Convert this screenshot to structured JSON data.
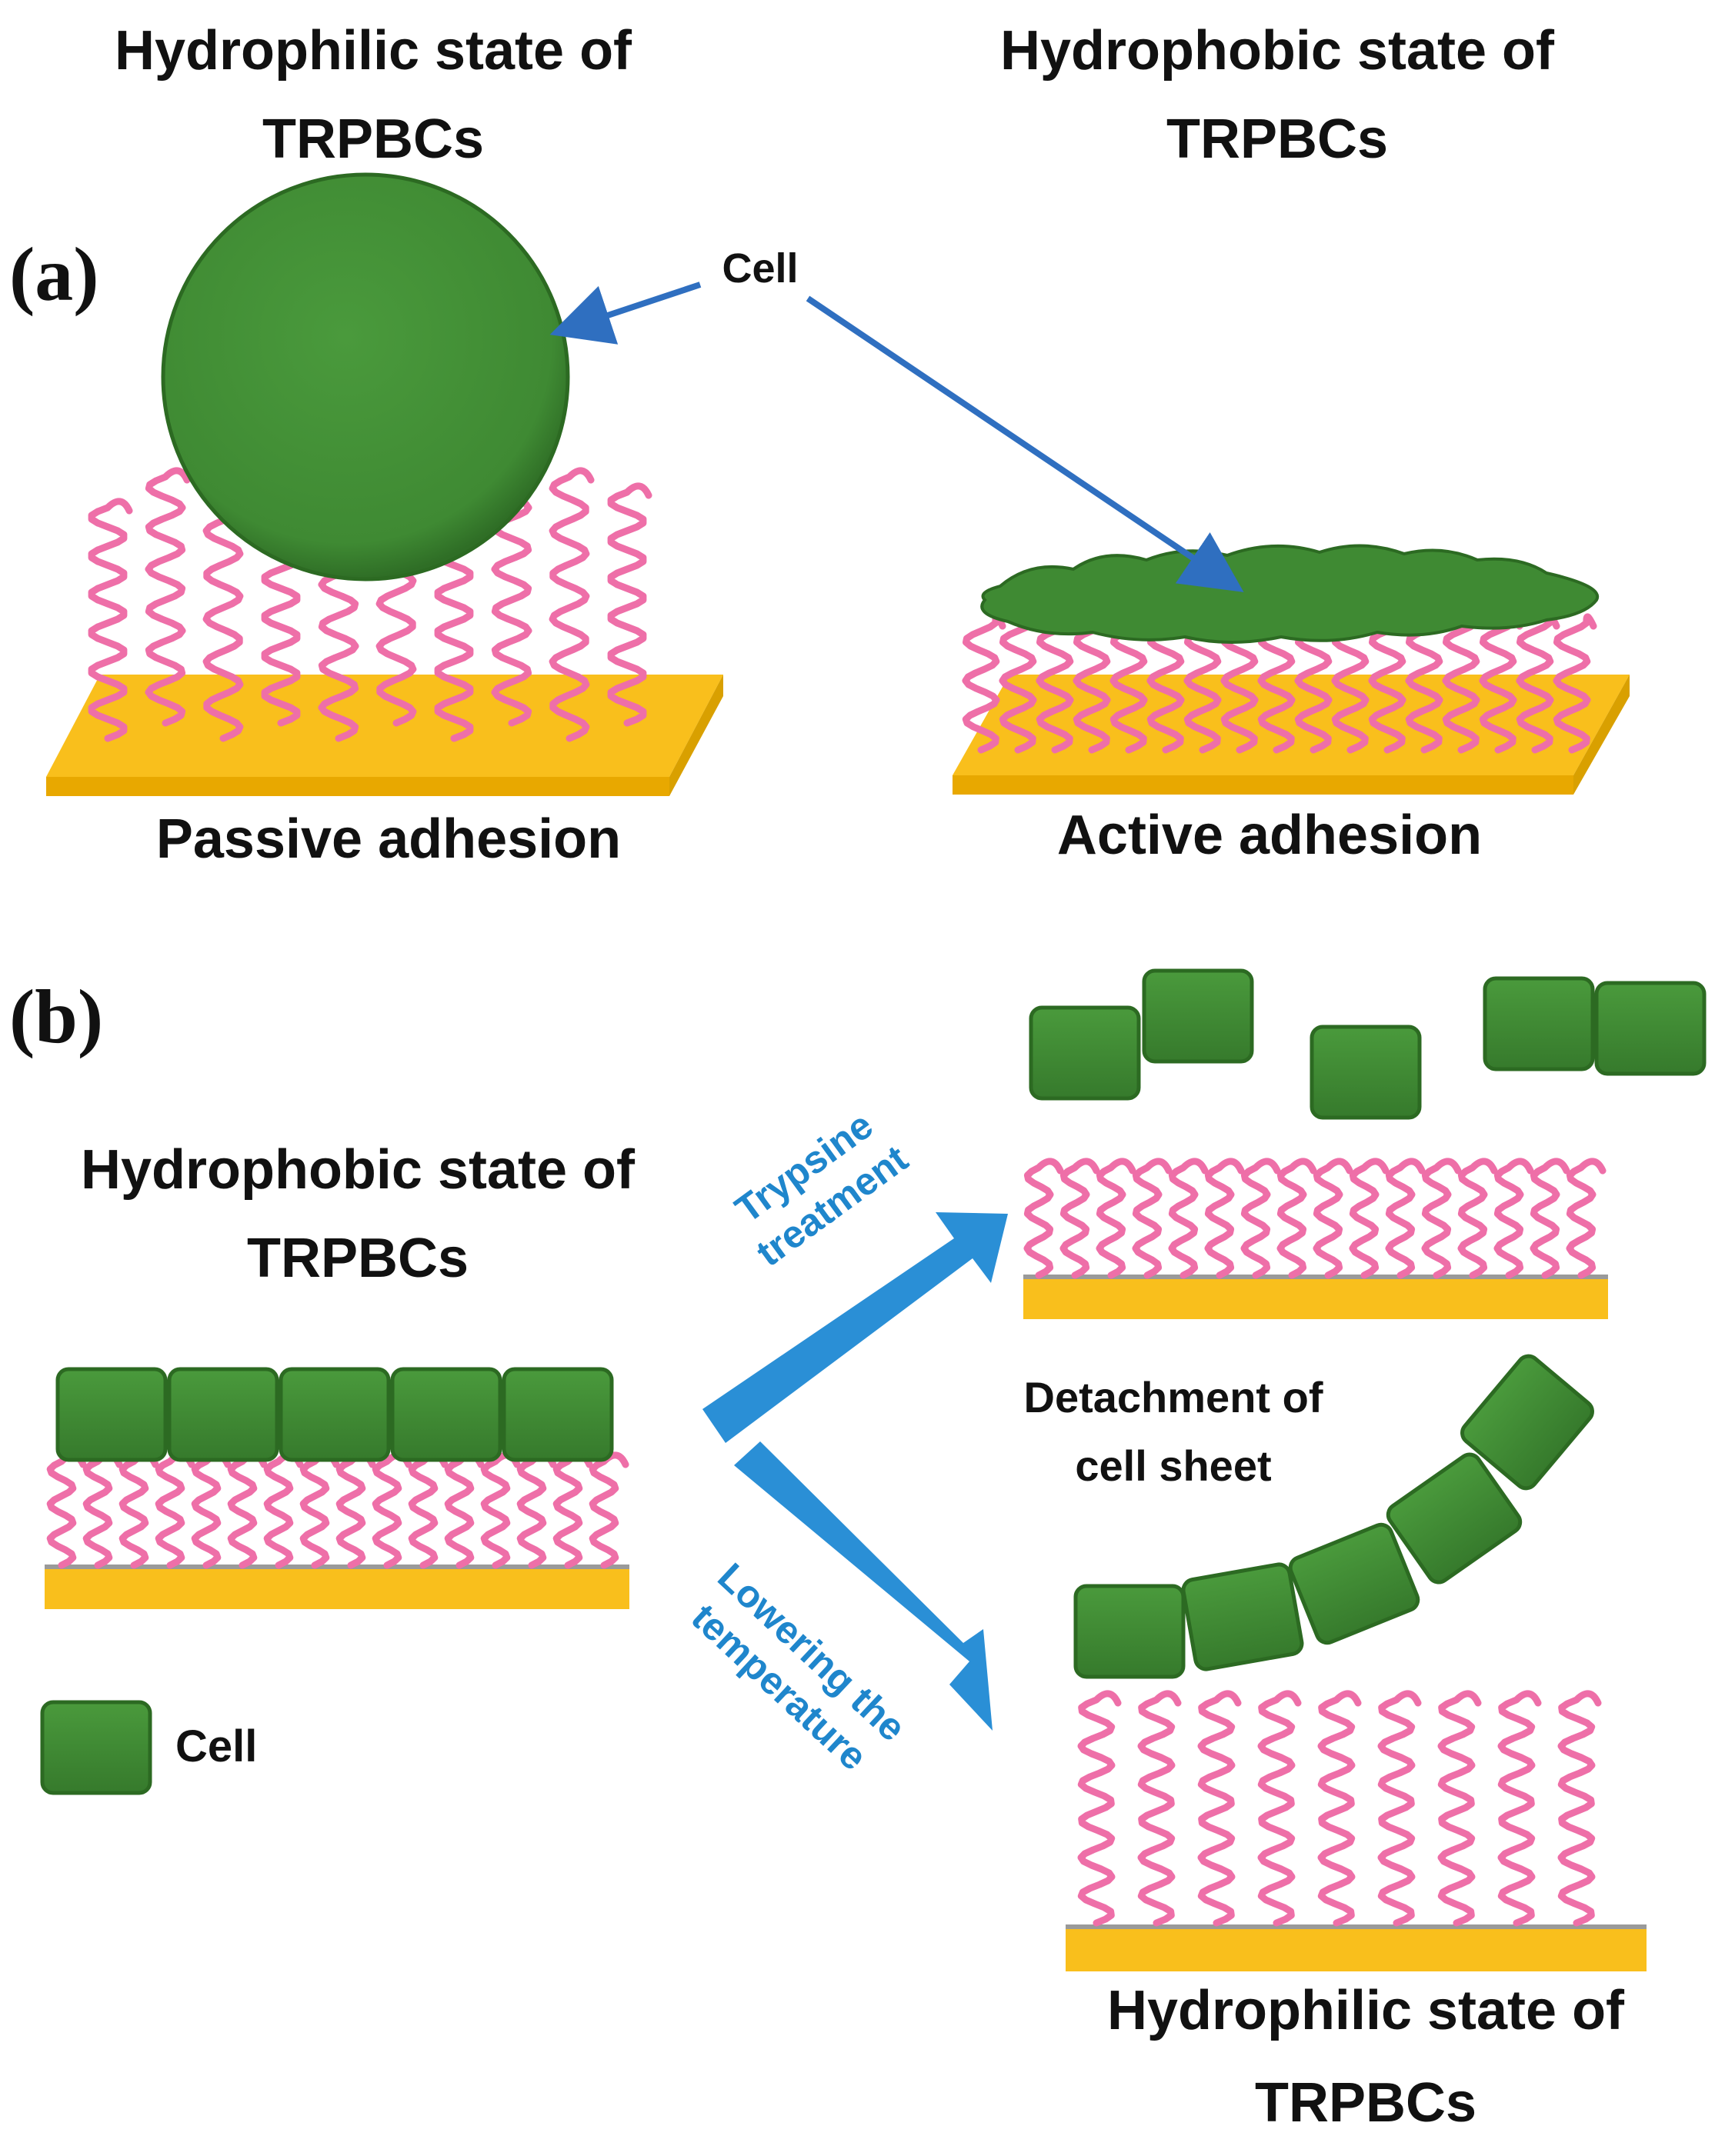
{
  "colors": {
    "cell": "#3f8a33",
    "cell_dark": "#2c6a22",
    "polymer": "#ee6fa8",
    "substrate": "#f9bf1c",
    "substrate_side": "#d9a000",
    "arrow_blue": "#2a8fd6",
    "pointer_blue": "#2f6fc0"
  },
  "panel_a": {
    "label": "(a)",
    "left_title_line1": "Hydrophilic state of",
    "left_title_line2": "TRPBCs",
    "right_title_line1": "Hydrophobic state of",
    "right_title_line2": "TRPBCs",
    "cell_label": "Cell",
    "left_caption": "Passive adhesion",
    "right_caption": "Active adhesion"
  },
  "panel_b": {
    "label": "(b)",
    "left_title_line1": "Hydrophobic state of",
    "left_title_line2": "TRPBCs",
    "arrow_up_line1": "Trypsine",
    "arrow_up_line2": "treatment",
    "arrow_down_line1": "Lowering the",
    "arrow_down_line2": "temperature",
    "detach_line1": "Detachment of",
    "detach_line2": "cell sheet",
    "legend_label": "Cell",
    "bottom_title_line1": "Hydrophilic state of",
    "bottom_title_line2": "TRPBCs"
  }
}
